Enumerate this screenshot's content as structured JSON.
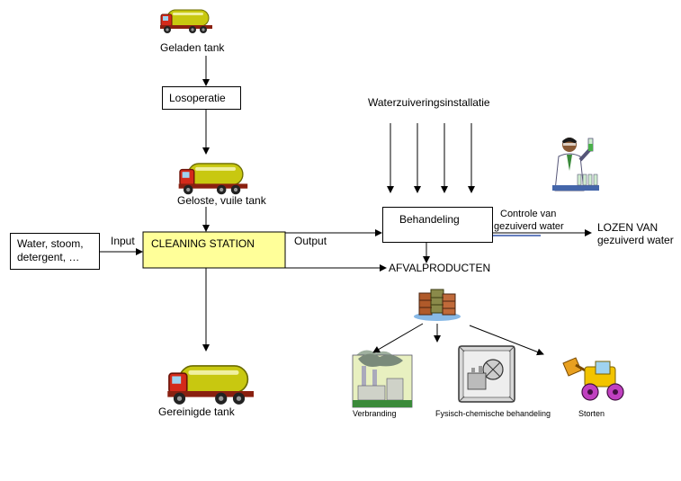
{
  "colors": {
    "cleaning_fill": "#ffff99",
    "truck_cab": "#d42a1a",
    "truck_tank": "#c8c810",
    "line": "#000000",
    "underline": "#3355aa"
  },
  "tanks": {
    "loaded": "Geladen tank",
    "unloaded_dirty": "Geloste, vuile tank",
    "cleaned": "Gereinigde tank"
  },
  "boxes": {
    "unloading": "Losoperatie",
    "inputs": [
      "Water, stoom,",
      "detergent, …"
    ],
    "cleaning_station": "CLEANING STATION",
    "treatment": "Behandeling"
  },
  "labels": {
    "input": "Input",
    "output": "Output",
    "wwtp": "Waterzuiveringsinstallatie",
    "control": [
      "Controle van",
      "gezuiverd water"
    ],
    "discharge": [
      "LOZEN VAN",
      "gezuiverd water"
    ],
    "waste": "AFVALPRODUCTEN"
  },
  "outcomes": {
    "incineration": "Verbranding",
    "physchem": "Fysisch-chemische behandeling",
    "landfill": "Storten"
  },
  "icons": {
    "truck": "tanker-truck-icon",
    "scientist": "lab-scientist-icon",
    "barrels": "waste-barrels-icon",
    "factory": "incinerator-factory-icon",
    "plant": "treatment-plant-icon",
    "loader": "bulldozer-loader-icon"
  }
}
